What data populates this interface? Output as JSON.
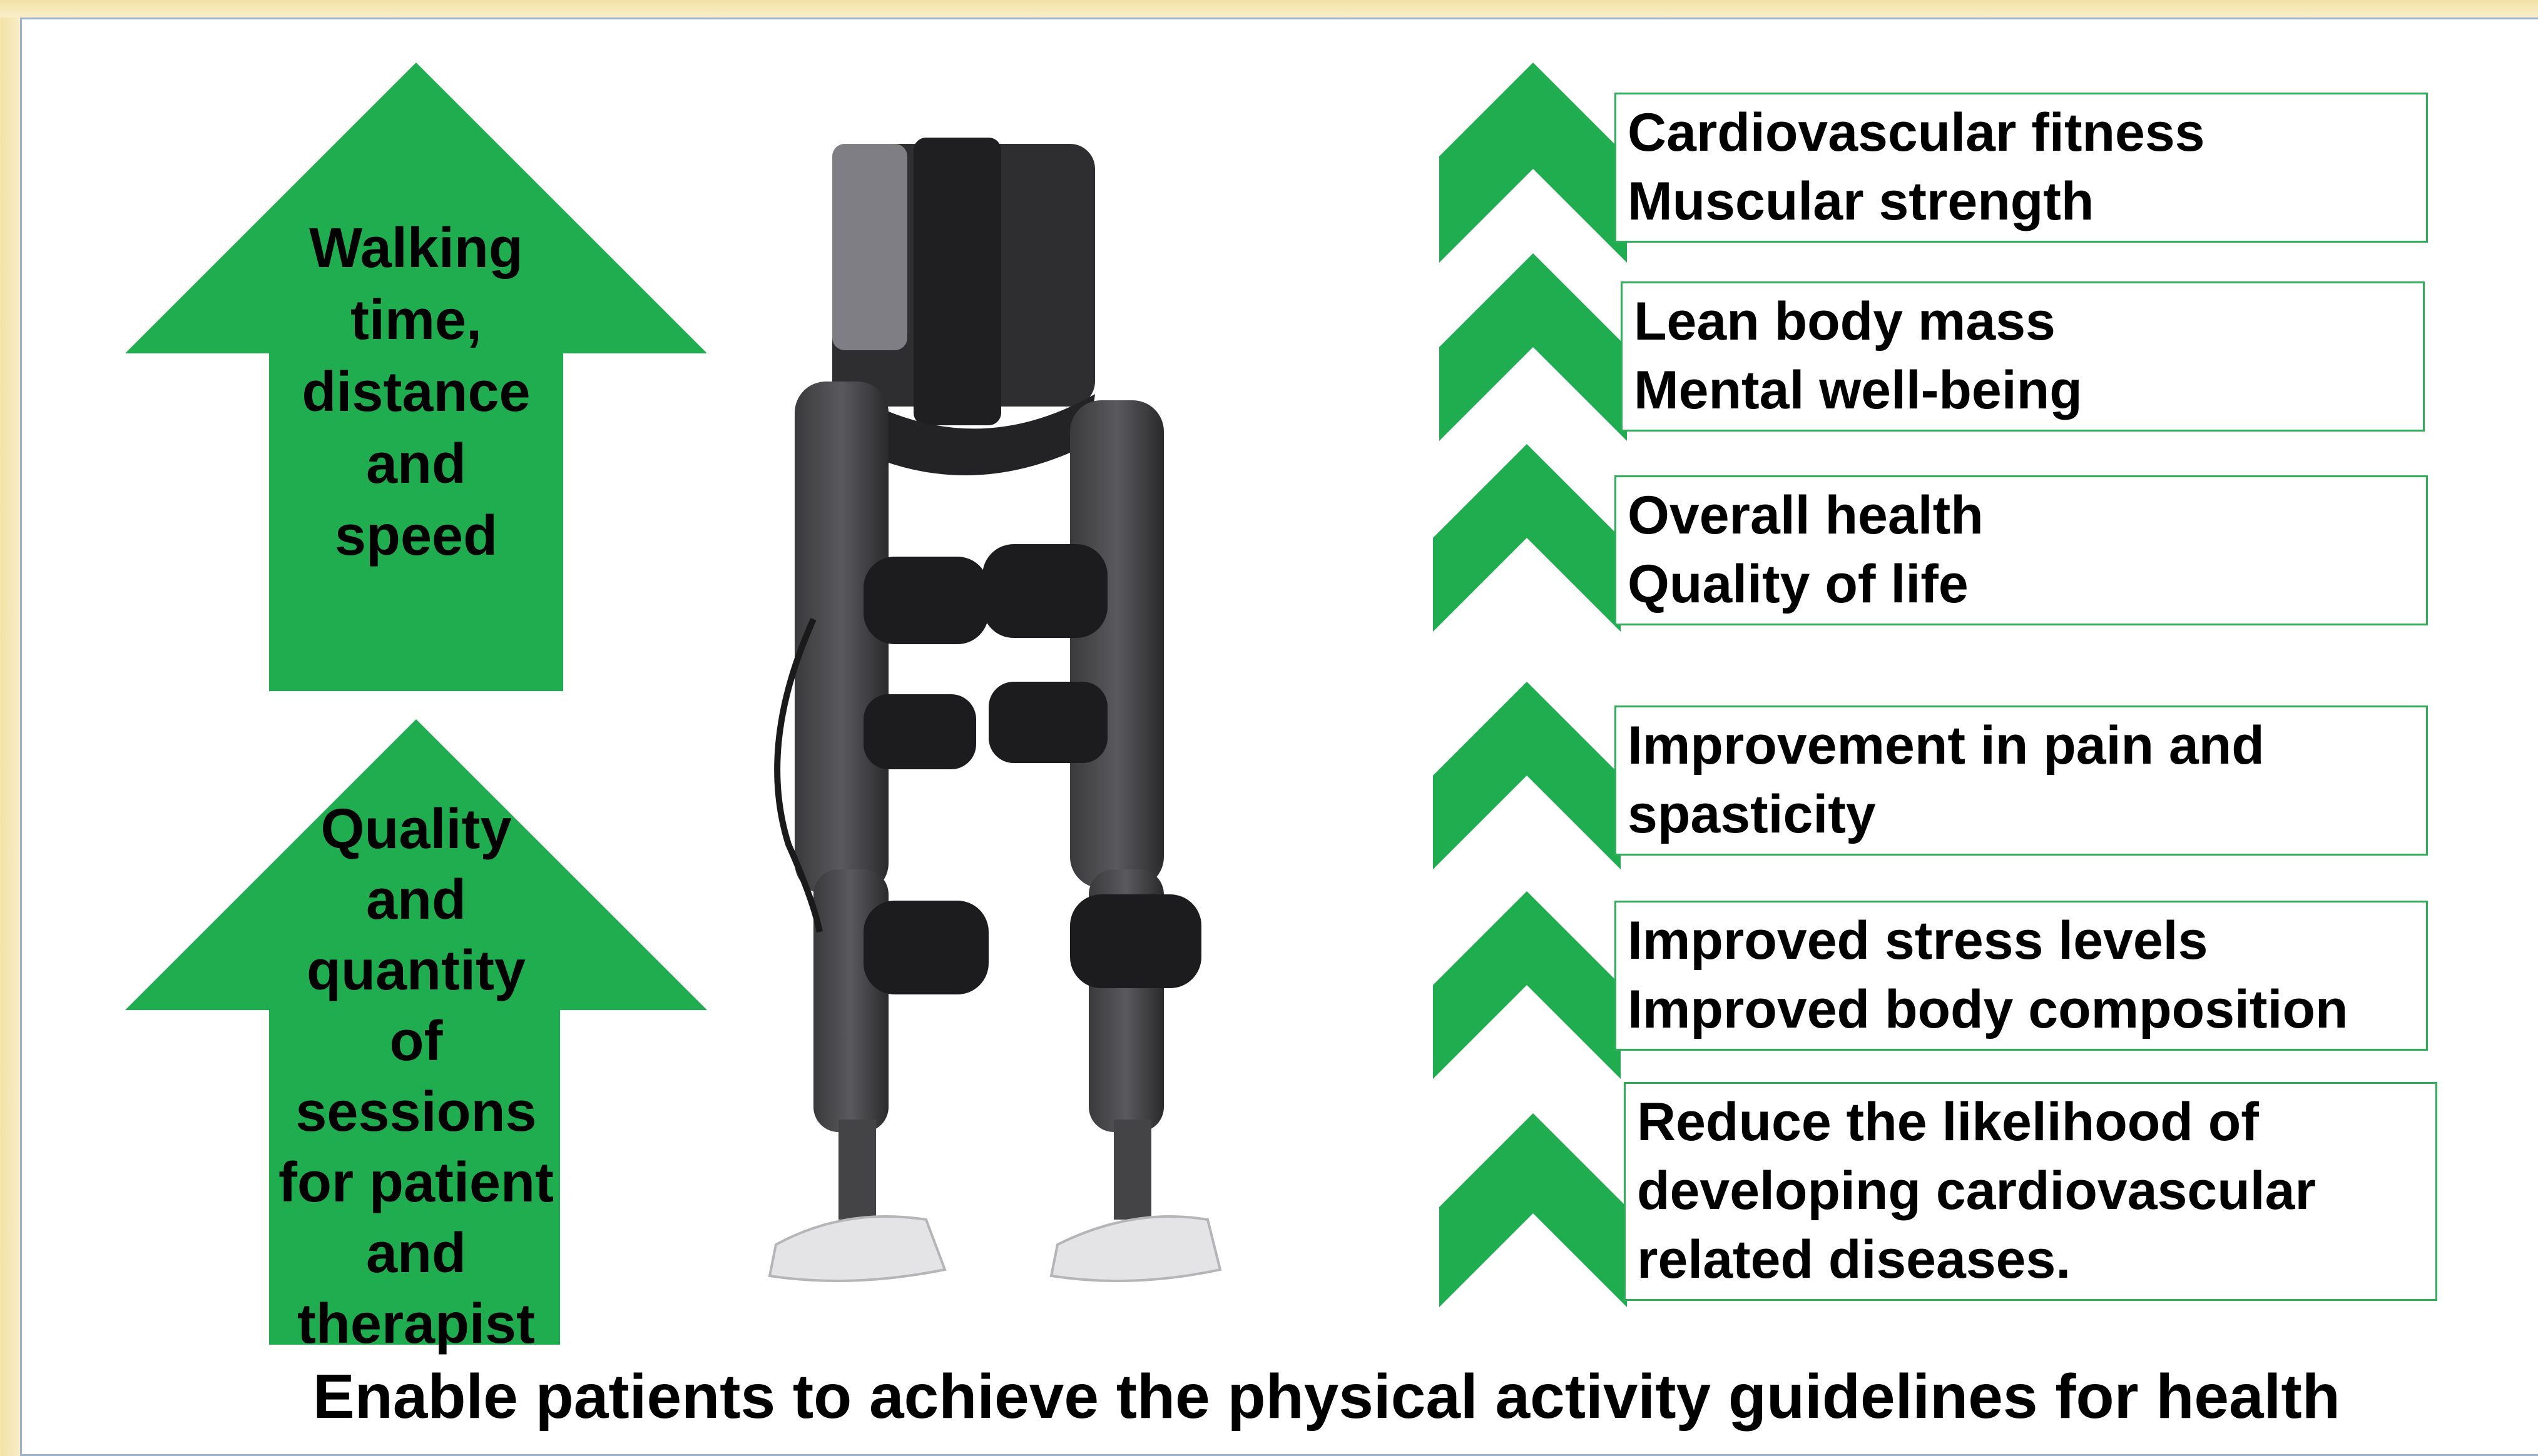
{
  "big_arrows": [
    {
      "label_lines": [
        "Walking",
        "time,",
        "distance",
        "and",
        "speed"
      ]
    },
    {
      "label_lines": [
        "Quality",
        "and",
        "quantity",
        "of",
        "sessions",
        "for patient",
        "and",
        "therapist"
      ]
    }
  ],
  "benefits": [
    {
      "lines": [
        "Cardiovascular fitness",
        "Muscular strength"
      ]
    },
    {
      "lines": [
        "Lean body mass",
        "Mental well-being"
      ]
    },
    {
      "lines": [
        "Overall health",
        "Quality of life"
      ]
    },
    {
      "lines": [
        "Improvement in pain and",
        "spasticity"
      ]
    },
    {
      "lines": [
        "Improved stress levels",
        "Improved body composition"
      ]
    },
    {
      "lines": [
        "Reduce the likelihood of",
        "developing cardiovascular",
        "related diseases."
      ]
    }
  ],
  "footer": "Enable patients to achieve the physical activity guidelines for health",
  "colors": {
    "arrow_green": "#1fad4f",
    "box_border": "#2fae59",
    "frame_border": "#9bb4cc"
  },
  "image": {
    "subject": "exoskeleton-device"
  }
}
